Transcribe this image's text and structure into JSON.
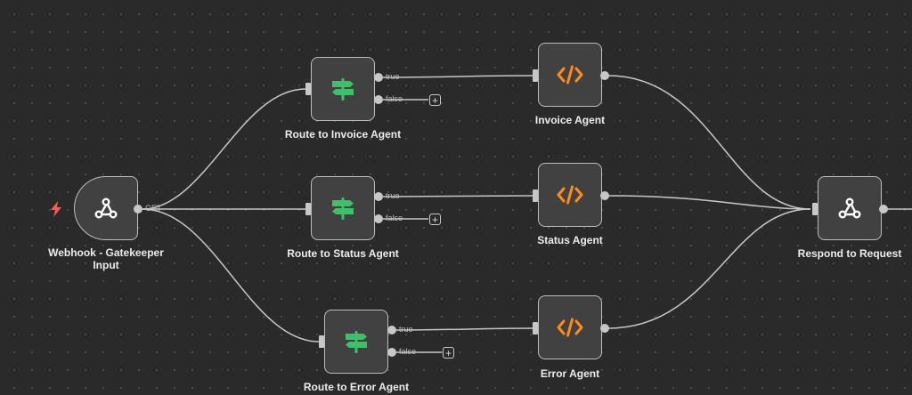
{
  "nodes": {
    "webhook": {
      "label": "Webhook - Gatekeeper\nInput",
      "output_label": "GET",
      "trigger_icon": "lightning-bolt-icon",
      "icon": "webhook-icon"
    },
    "route_invoice": {
      "label": "Route to Invoice Agent",
      "icon": "signpost-icon",
      "true_label": "true",
      "false_label": "false"
    },
    "route_status": {
      "label": "Route to Status Agent",
      "icon": "signpost-icon",
      "true_label": "true",
      "false_label": "false"
    },
    "route_error": {
      "label": "Route to Error Agent",
      "icon": "signpost-icon",
      "true_label": "true",
      "false_label": "false"
    },
    "invoice_agent": {
      "label": "Invoice Agent",
      "icon": "code-icon"
    },
    "status_agent": {
      "label": "Status Agent",
      "icon": "code-icon"
    },
    "error_agent": {
      "label": "Error Agent",
      "icon": "code-icon"
    },
    "respond": {
      "label": "Respond to Request",
      "icon": "webhook-icon"
    }
  },
  "add_button_label": "+",
  "colors": {
    "canvas": "#2a2a2a",
    "node_fill": "#414141",
    "wire": "#c7c7c7",
    "signpost_green": "#3fbf6a",
    "code_orange": "#ff8c1a",
    "trigger_red": "#ff5a4f"
  }
}
